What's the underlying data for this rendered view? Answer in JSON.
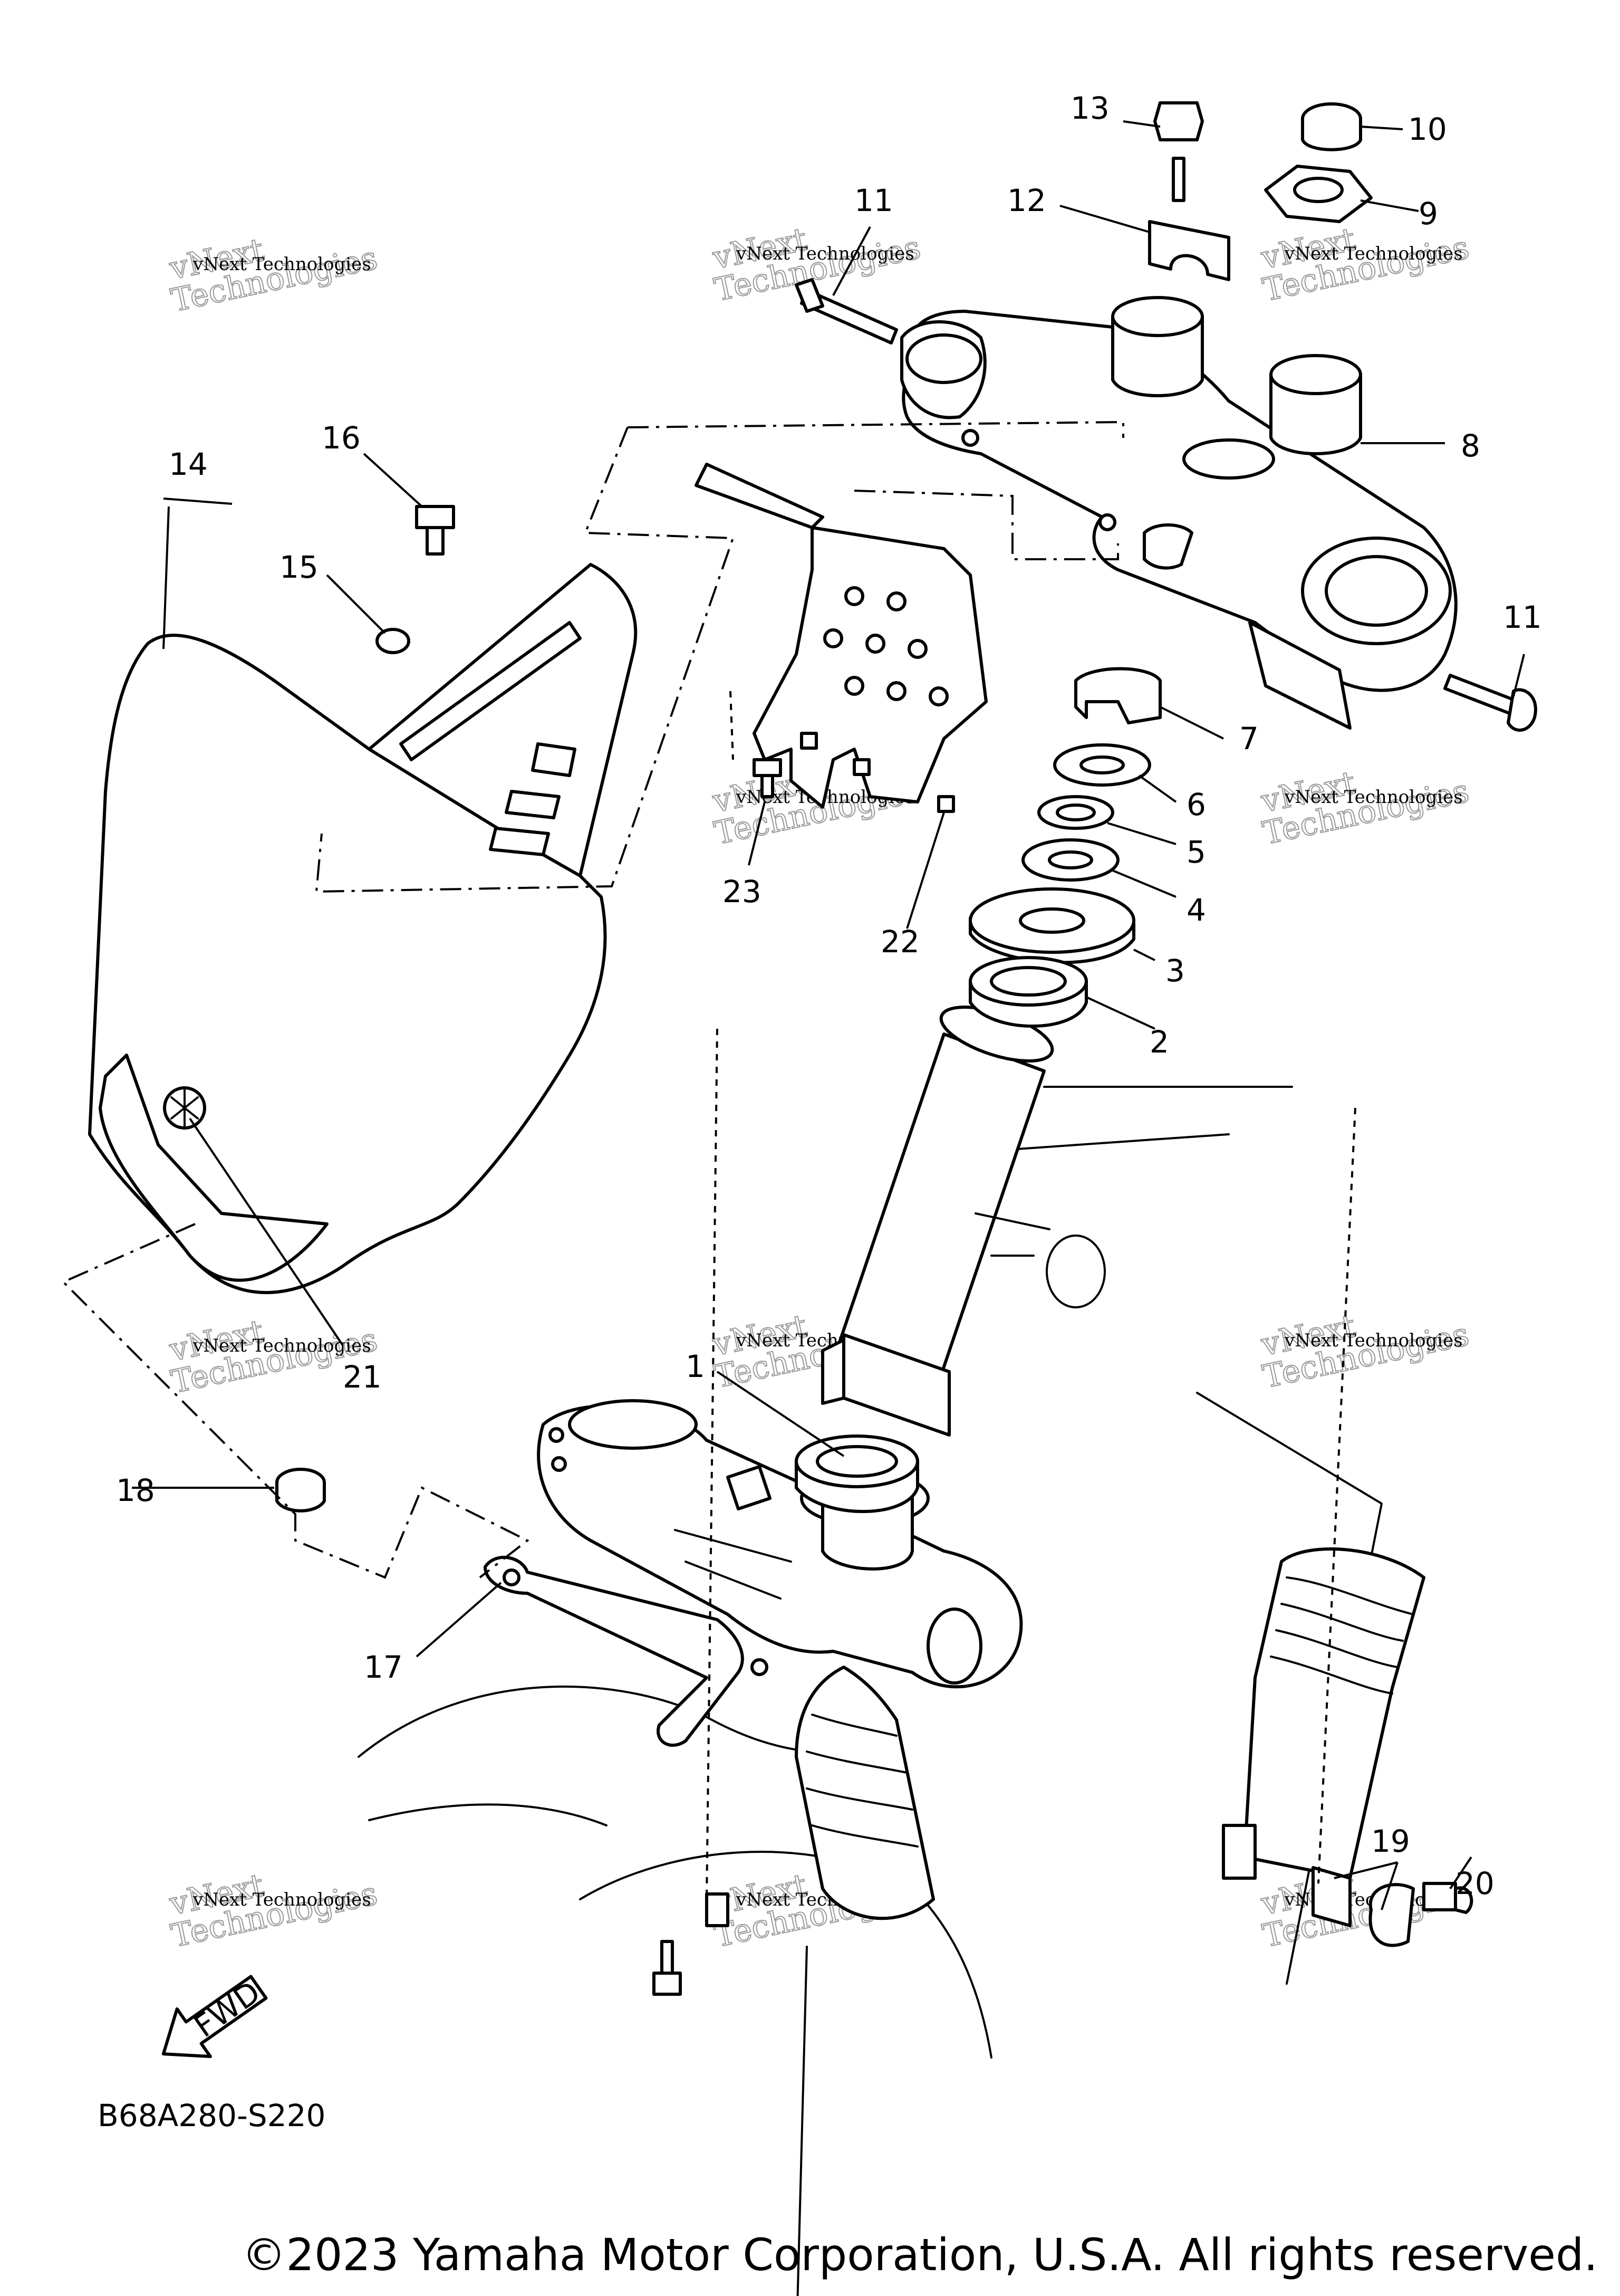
{
  "diagram": {
    "part_code": "B68A280-S220",
    "fwd_label": "FWD",
    "watermark_line1": "vNext Technologies",
    "watermark_line2": "vNext",
    "watermark_line3": "Technologies",
    "copyright": "©2023 Yamaha Motor Corporation, U.S.A. All rights reserved.",
    "callouts": [
      "1",
      "2",
      "3",
      "4",
      "5",
      "6",
      "7",
      "8",
      "9",
      "10",
      "11",
      "12",
      "13",
      "14",
      "15",
      "16",
      "17",
      "18",
      "19",
      "20",
      "21",
      "22",
      "23"
    ],
    "callout_11b": "11"
  }
}
